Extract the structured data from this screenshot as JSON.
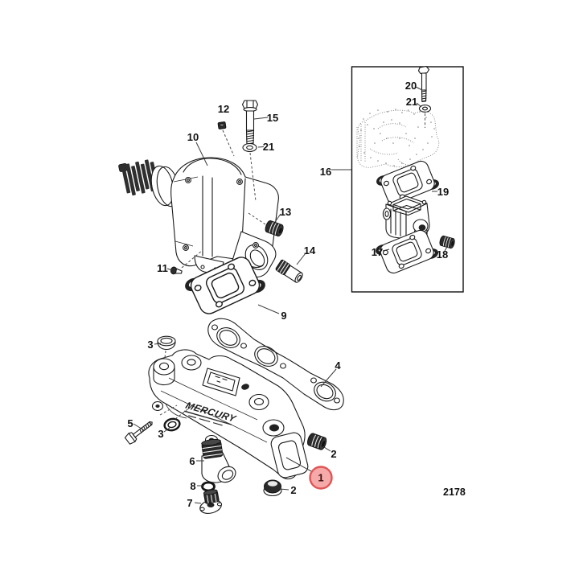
{
  "diagram": {
    "type": "exploded-parts-diagram",
    "drawing_number": "2178",
    "manifold_logo": "MERCURY",
    "colors": {
      "line": "#1a1a1a",
      "background": "#ffffff",
      "highlight_fill": "#f6a9a9",
      "highlight_stroke": "#e05555"
    },
    "highlighted_part": "1",
    "callouts": [
      {
        "label": "10",
        "highlighted": false
      },
      {
        "label": "12",
        "highlighted": false
      },
      {
        "label": "15",
        "highlighted": false
      },
      {
        "label": "21",
        "highlighted": false
      },
      {
        "label": "11",
        "highlighted": false
      },
      {
        "label": "13",
        "highlighted": false
      },
      {
        "label": "14",
        "highlighted": false
      },
      {
        "label": "9",
        "highlighted": false
      },
      {
        "label": "16",
        "highlighted": false
      },
      {
        "label": "20",
        "highlighted": false
      },
      {
        "label": "21",
        "highlighted": false
      },
      {
        "label": "19",
        "highlighted": false
      },
      {
        "label": "17",
        "highlighted": false
      },
      {
        "label": "18",
        "highlighted": false
      },
      {
        "label": "3",
        "highlighted": false
      },
      {
        "label": "4",
        "highlighted": false
      },
      {
        "label": "5",
        "highlighted": false
      },
      {
        "label": "3",
        "highlighted": false
      },
      {
        "label": "6",
        "highlighted": false
      },
      {
        "label": "8",
        "highlighted": false
      },
      {
        "label": "7",
        "highlighted": false
      },
      {
        "label": "2",
        "highlighted": false
      },
      {
        "label": "1",
        "highlighted": true
      },
      {
        "label": "2",
        "highlighted": false
      }
    ]
  }
}
